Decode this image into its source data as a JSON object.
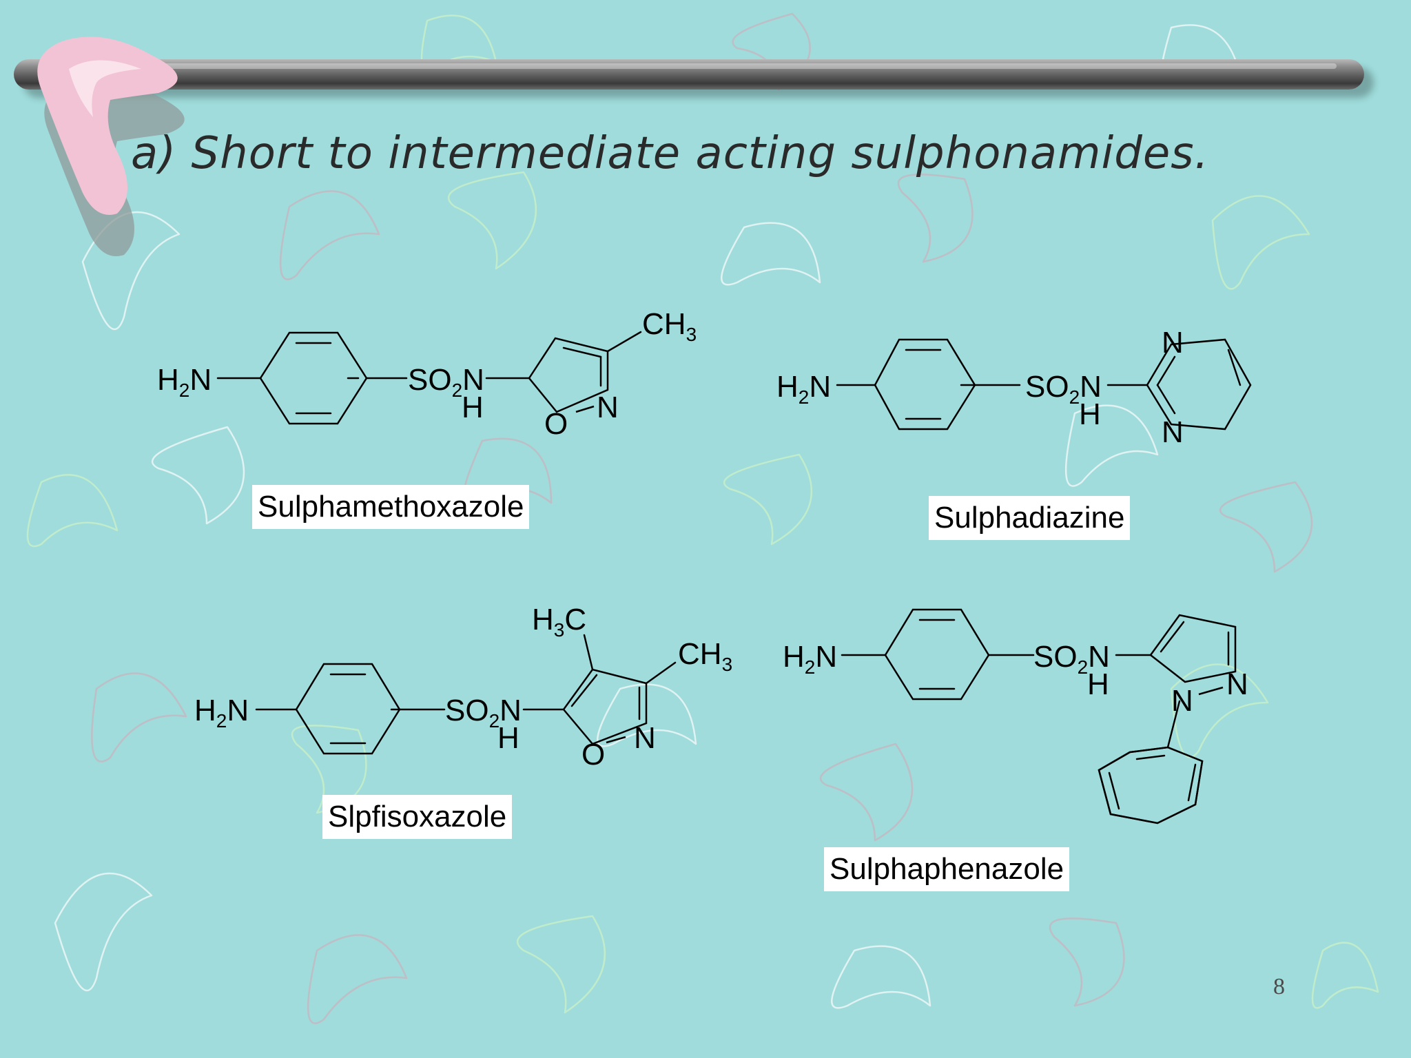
{
  "slide": {
    "title": "a) Short to intermediate acting sulphonamides.",
    "page_number": "8"
  },
  "compounds": [
    {
      "name": "Sulphamethoxazole"
    },
    {
      "name": "Sulphadiazine"
    },
    {
      "name": "Slpfisoxazole"
    },
    {
      "name": "Sulphaphenazole"
    }
  ],
  "atoms": {
    "h": "H",
    "sub2": "2",
    "sub3": "3",
    "n": "N",
    "o": "O",
    "c": "C",
    "ch": "CH",
    "so": "SO"
  },
  "colors": {
    "background": "#9fdcdb",
    "accent_pink": "#f4c6d6",
    "rod_gray": "#5c5c5c"
  }
}
